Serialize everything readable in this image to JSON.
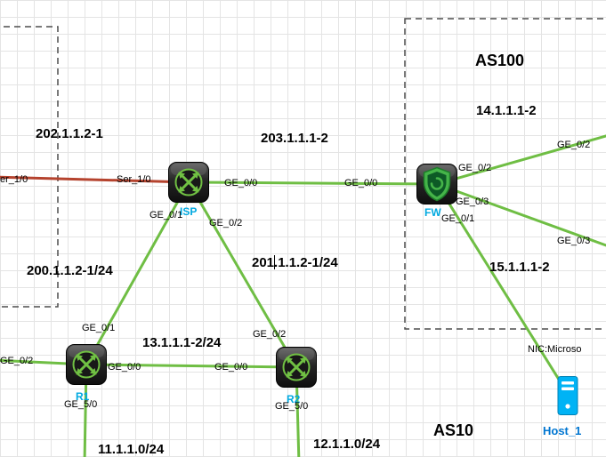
{
  "topology": {
    "regions": {
      "as100": "AS100",
      "as10": "AS10"
    },
    "devices": {
      "isp": {
        "label": "ISP",
        "type": "router"
      },
      "r1": {
        "label": "R1",
        "type": "router"
      },
      "r2": {
        "label": "R2",
        "type": "router"
      },
      "fw": {
        "label": "FW",
        "type": "firewall"
      },
      "host1": {
        "label": "Host_1",
        "type": "host"
      }
    },
    "network_labels": [
      "202.1.1.2-1",
      "203.1.1.1-2",
      "14.1.1.1-2",
      "15.1.1.1-2",
      "200.1.1.2-1/24",
      "201.1.1.2-1/24",
      "13.1.1.1-2/24",
      "11.1.1.0/24",
      "12.1.1.0/24"
    ],
    "port_labels": [
      "er_1/0",
      "Ser_1/0",
      "GE_0/0",
      "GE_0/0",
      "GE_0/2",
      "GE_0/2",
      "GE_0/3",
      "GE_0/1",
      "GE_0/3",
      "GE_0/1",
      "GE_0/2",
      "GE_0/1",
      "GE_0/2",
      "GE_0/2",
      "GE_0/0",
      "GE_0/0",
      "GE_5/0",
      "GE_5/0",
      "NIC:Microso"
    ],
    "colors": {
      "link_ethernet": "#6fbe44",
      "link_serial": "#b5432e",
      "device_label": "#00a9e0",
      "host_label": "#0076d1"
    }
  }
}
